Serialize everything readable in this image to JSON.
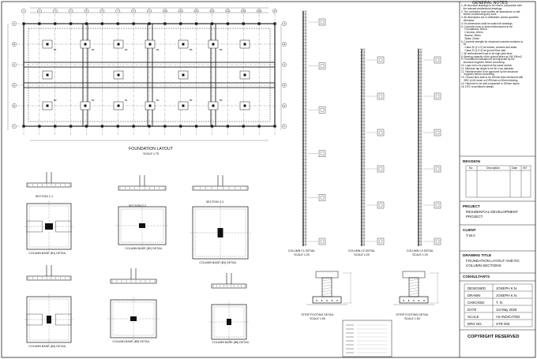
{
  "notes": {
    "title": "GENERAL NOTES",
    "lines": [
      "1. All structural drawings to be read in conjunction with",
      "   the relevant architectural drawings.",
      "2. The contractor must confirm all dimensions on site",
      "   before commencing any work.",
      "3. All dimensions are in millimeters unless specified",
      "   otherwise.",
      "4. No dimensions shall be scaled off drawings.",
      "5. Concrete cover to steel reinforcement to be:",
      "     Foundations: 50mm",
      "     Columns: 40mm",
      "     Beams: 25mm",
      "     Slabs: 20mm",
      "6. Concrete strength for structural concrete members to",
      "   be:",
      "     Class 30 (1:1:2) for beams, columns and slabs.",
      "     Class 20 (1:2:4) for ground floor slab.",
      "7. All reinforcement bars to be high yield steel.",
      "8. Bearing capacity of the ground taken as 150 KN/m2.",
      "9. Foundation excavation to be inspected by the",
      "   structural engineer before concreting.",
      "10. Laps not to be placed at the same section.",
      "11. Minimum lap length to be 50 x bar diameter.",
      "12. Reinforcement to be approved by the structural",
      "    engineer before concreting.",
      "13. Ground floor slab to be 150mm thick reinforced with",
      "    BRC A142 mesh on DPM laid on 50mm blinding.",
      "14. Hardcore to be well compacted in 150mm layers.",
      "15. DPC to architect's details."
    ]
  },
  "captions": {
    "foundation_layout": "FOUNDATION LAYOUT",
    "foundation_scale": "SCALE 1:75",
    "base_1": "COLUMN BASE (B1) DETAIL",
    "base_2": "COLUMN BASE (B2) DETAIL",
    "base_3": "COLUMN BASE (B3) DETAIL",
    "base_4": "COLUMN BASE (B4) DETAIL",
    "base_5": "COLUMN BASE (B5) DETAIL",
    "base_6": "COLUMN BASE (B6) DETAIL",
    "section_1": "SECTION 1-1",
    "section_2": "SECTION 2-2",
    "section_3": "SECTION 3-3",
    "col_1": "COLUMN C1 DETAIL",
    "col_2": "COLUMN C2 DETAIL",
    "col_3": "COLUMN C3 DETAIL",
    "strip_1": "STRIP FOOTING DETAIL",
    "strip_2": "STRIP FOOTING DETAIL",
    "scale_label": "SCALE 1:20",
    "scale_label_2": "SCALE 1:50"
  },
  "title_block": {
    "revision_label": "REVISION",
    "rev_headers": [
      "No",
      "Description",
      "Date",
      "INT"
    ],
    "project_label": "PROJECT",
    "project_value_1": "RESIDENTIAL DEVELOPMENT",
    "project_value_2": "PROJECT",
    "client_label": "CLIENT",
    "client_value": "T.W.A",
    "drawing_title_label": "DRAWING TITLE",
    "drawing_title_1": "FOUNDATION LAYOUT AND RC",
    "drawing_title_2": "COLUMN SECTIONS",
    "consultants_label": "CONSULTANTS",
    "rows": [
      {
        "label": "DESIGNED",
        "value": "JOSEPH K.N."
      },
      {
        "label": "DRAWN",
        "value": "JOSEPH K.N."
      },
      {
        "label": "CHECKED",
        "value": "T. N."
      },
      {
        "label": "DATE",
        "value": "1st May 2025"
      },
      {
        "label": "SCALE",
        "value": "AS INDICATED"
      },
      {
        "label": "DRG NO.",
        "value": "STR 003"
      }
    ],
    "copyright": "COPYRIGHT RESERVED"
  },
  "grid_top": [
    "1",
    "2",
    "3",
    "4",
    "5",
    "6",
    "7",
    "8",
    "9",
    "10",
    "11",
    "12",
    "13",
    "14",
    "15",
    "16",
    "17"
  ],
  "grid_side": [
    "A",
    "B",
    "C",
    "D",
    "E",
    "F"
  ],
  "footing_tags": [
    "B1",
    "B2",
    "B3",
    "B4",
    "B5",
    "B6",
    "B3",
    "B2",
    "B1",
    "B4",
    "B5",
    "B6"
  ]
}
